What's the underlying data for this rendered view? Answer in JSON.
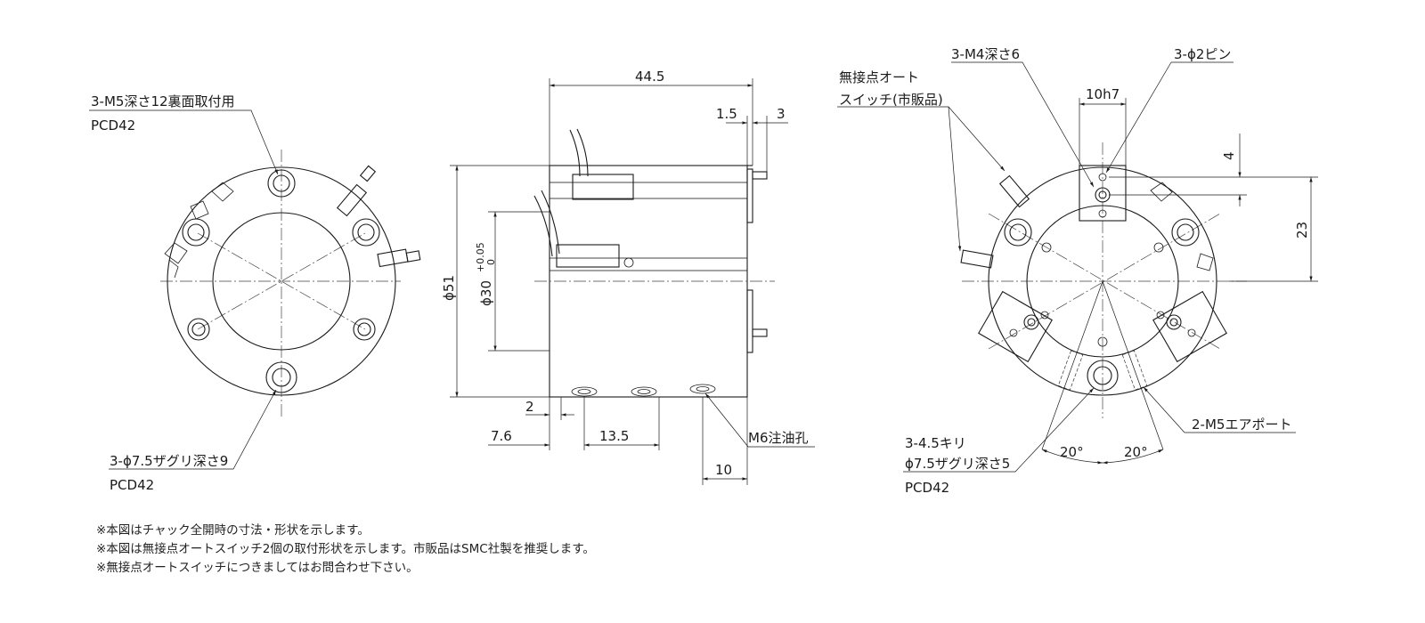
{
  "labels": {
    "left_callout_top_1": "3-M5深さ12裏面取付用",
    "left_callout_top_2": "PCD42",
    "left_callout_bottom_1": "3-ϕ7.5ザグリ深さ9",
    "left_callout_bottom_2": "PCD42",
    "dim_length": "44.5",
    "dim_1_5": "1.5",
    "dim_3": "3",
    "dim_dia51": "ϕ51",
    "dim_dia30": "ϕ30",
    "dim_dia30_tol_upper": "+0.05",
    "dim_dia30_tol_lower": "0",
    "dim_2": "2",
    "dim_7_6": "7.6",
    "dim_13_5": "13.5",
    "dim_10": "10",
    "oil_hole": "M6注油孔",
    "switch_1": "無接点オート",
    "switch_2": "スイッチ(市販品)",
    "m4": "3-M4深さ6",
    "pin": "3-ϕ2ピン",
    "dim_10h7": "10h7",
    "dim_4": "4",
    "dim_23": "23",
    "air_port": "2-M5エアポート",
    "hole_1": "3-4.5キリ",
    "hole_2": "ϕ7.5ザグリ深さ5",
    "hole_3": "PCD42",
    "angle_1": "20°",
    "angle_2": "20°"
  },
  "notes": [
    "※本図はチャック全開時の寸法・形状を示します。",
    "※本図は無接点オートスイッチ2個の取付形状を示します。市販品はSMC社製を推奨します。",
    "※無接点オートスイッチにつきましてはお問合わせ下さい。"
  ]
}
